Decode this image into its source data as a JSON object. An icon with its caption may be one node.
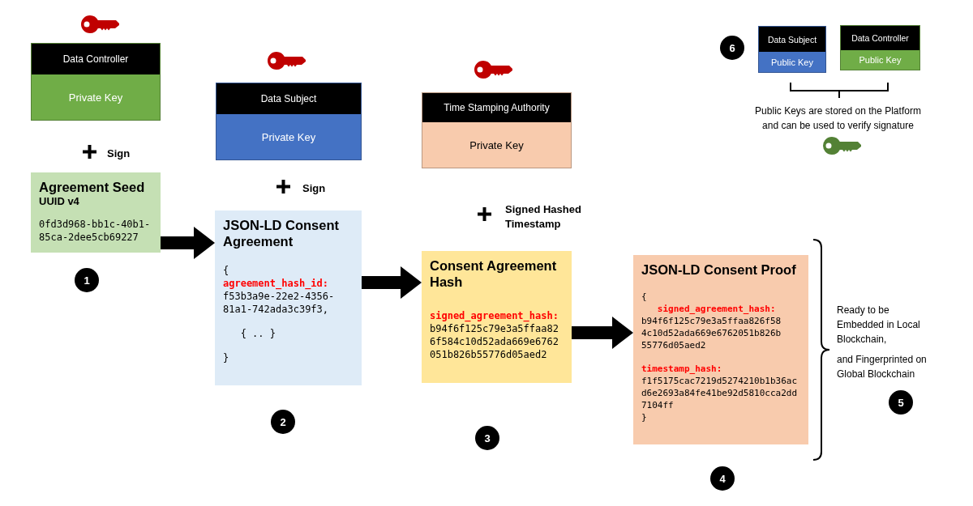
{
  "diagram": {
    "nodes": [
      {
        "text": [
          "Data Controller",
          "Private Key"
        ]
      },
      {
        "text": [
          "Agreement Seed",
          "UUID v4",
          "0fd3d968-bb1c-40b1-85ca-2dee5cb69227"
        ]
      },
      {
        "text": [
          "1"
        ]
      },
      {
        "text": [
          "Data Subject",
          "Private Key"
        ]
      },
      {
        "text": [
          "JSON-LD Consent Agreement",
          "{",
          "agreement_hash_id:",
          "f53b3a9e-22e2-4356-81a1-742ada3c39f3,",
          "{ .. }",
          "}"
        ]
      },
      {
        "text": [
          "2"
        ]
      },
      {
        "text": [
          "Time Stamping Authority",
          "Private Key"
        ]
      },
      {
        "text": [
          "Consent Agreement Hash",
          "signed_agreement_hash:",
          "b94f6f125c79e3a5ffaa826f584c10d52ada669e6762051b826b55776d05aed2"
        ]
      },
      {
        "text": [
          "3"
        ]
      },
      {
        "text": [
          "JSON-LD Consent Proof",
          "{",
          "signed_agreement_hash:",
          "b94f6f125c79e3a5ffaa826f584c10d52ada669e6762051b826b55776d05aed2",
          "timestamp_hash:",
          "f1f5175cac7219d5274210b1b36acd6e2693a84fe41be92d5810cca2dd7104ff",
          "}"
        ]
      },
      {
        "text": [
          "4"
        ]
      },
      {
        "text": [
          "6"
        ]
      },
      {
        "text": [
          "Data Subject",
          "Public Key"
        ]
      },
      {
        "text": [
          "Data Controller",
          "Public Key"
        ]
      },
      {
        "text": [
          "5"
        ]
      }
    ],
    "edges": [
      {
        "from": 1,
        "to": 4,
        "arrow": "to"
      },
      {
        "from": 4,
        "to": 7,
        "arrow": "to"
      },
      {
        "from": 7,
        "to": 9,
        "arrow": "to"
      }
    ],
    "labels": [
      "Sign",
      "Sign",
      "Signed Hashed Timestamp",
      "Public Keys are stored on the Platform and can be used to verify signature",
      "Ready to be Embedded in Local Blockchain,",
      "and Fingerprinted on Global Blockchain"
    ]
  }
}
